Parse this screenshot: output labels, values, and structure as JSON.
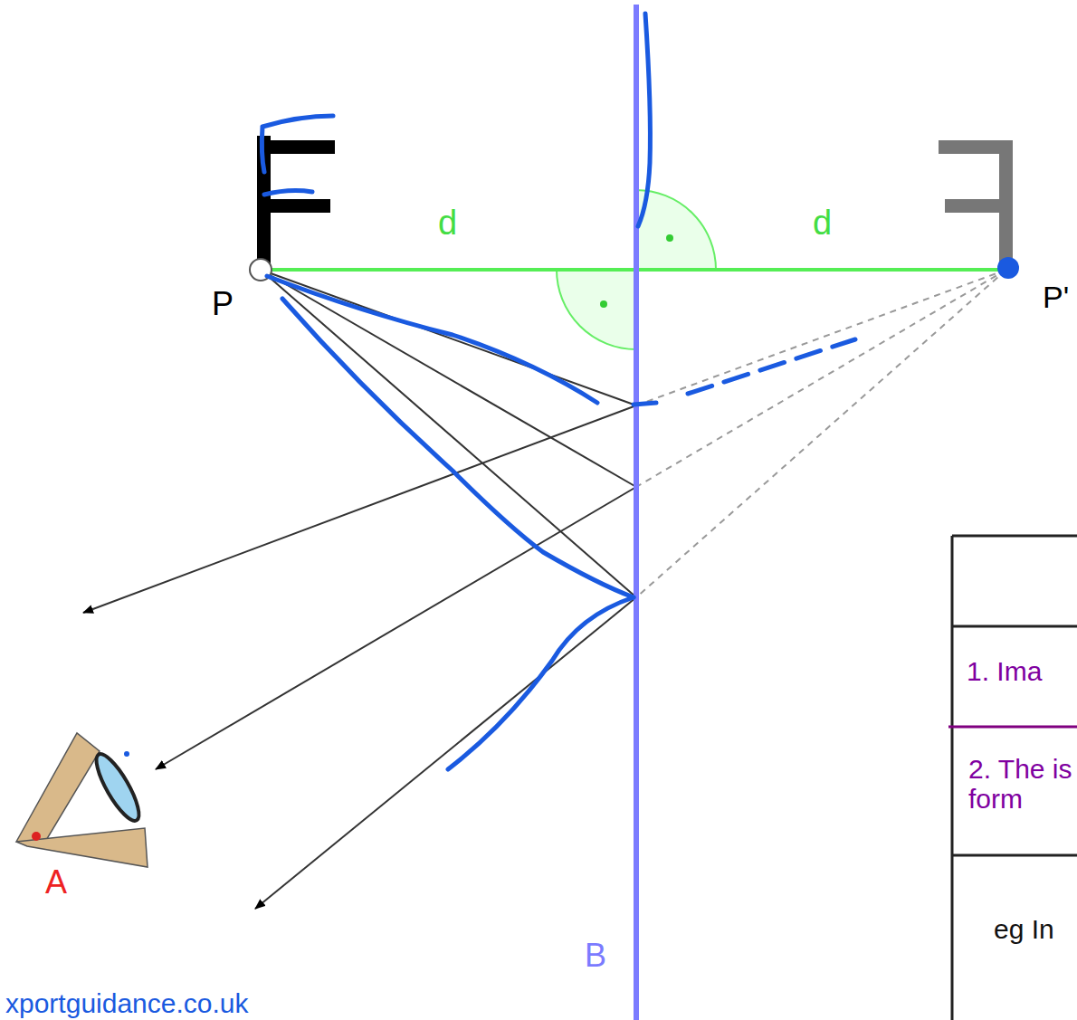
{
  "diagram": {
    "labels": [
      "d",
      "d",
      "P",
      "P'",
      "A",
      "B",
      "1. Ima",
      "2. The is form",
      "eg In",
      "xportguidance.co.uk"
    ]
  }
}
